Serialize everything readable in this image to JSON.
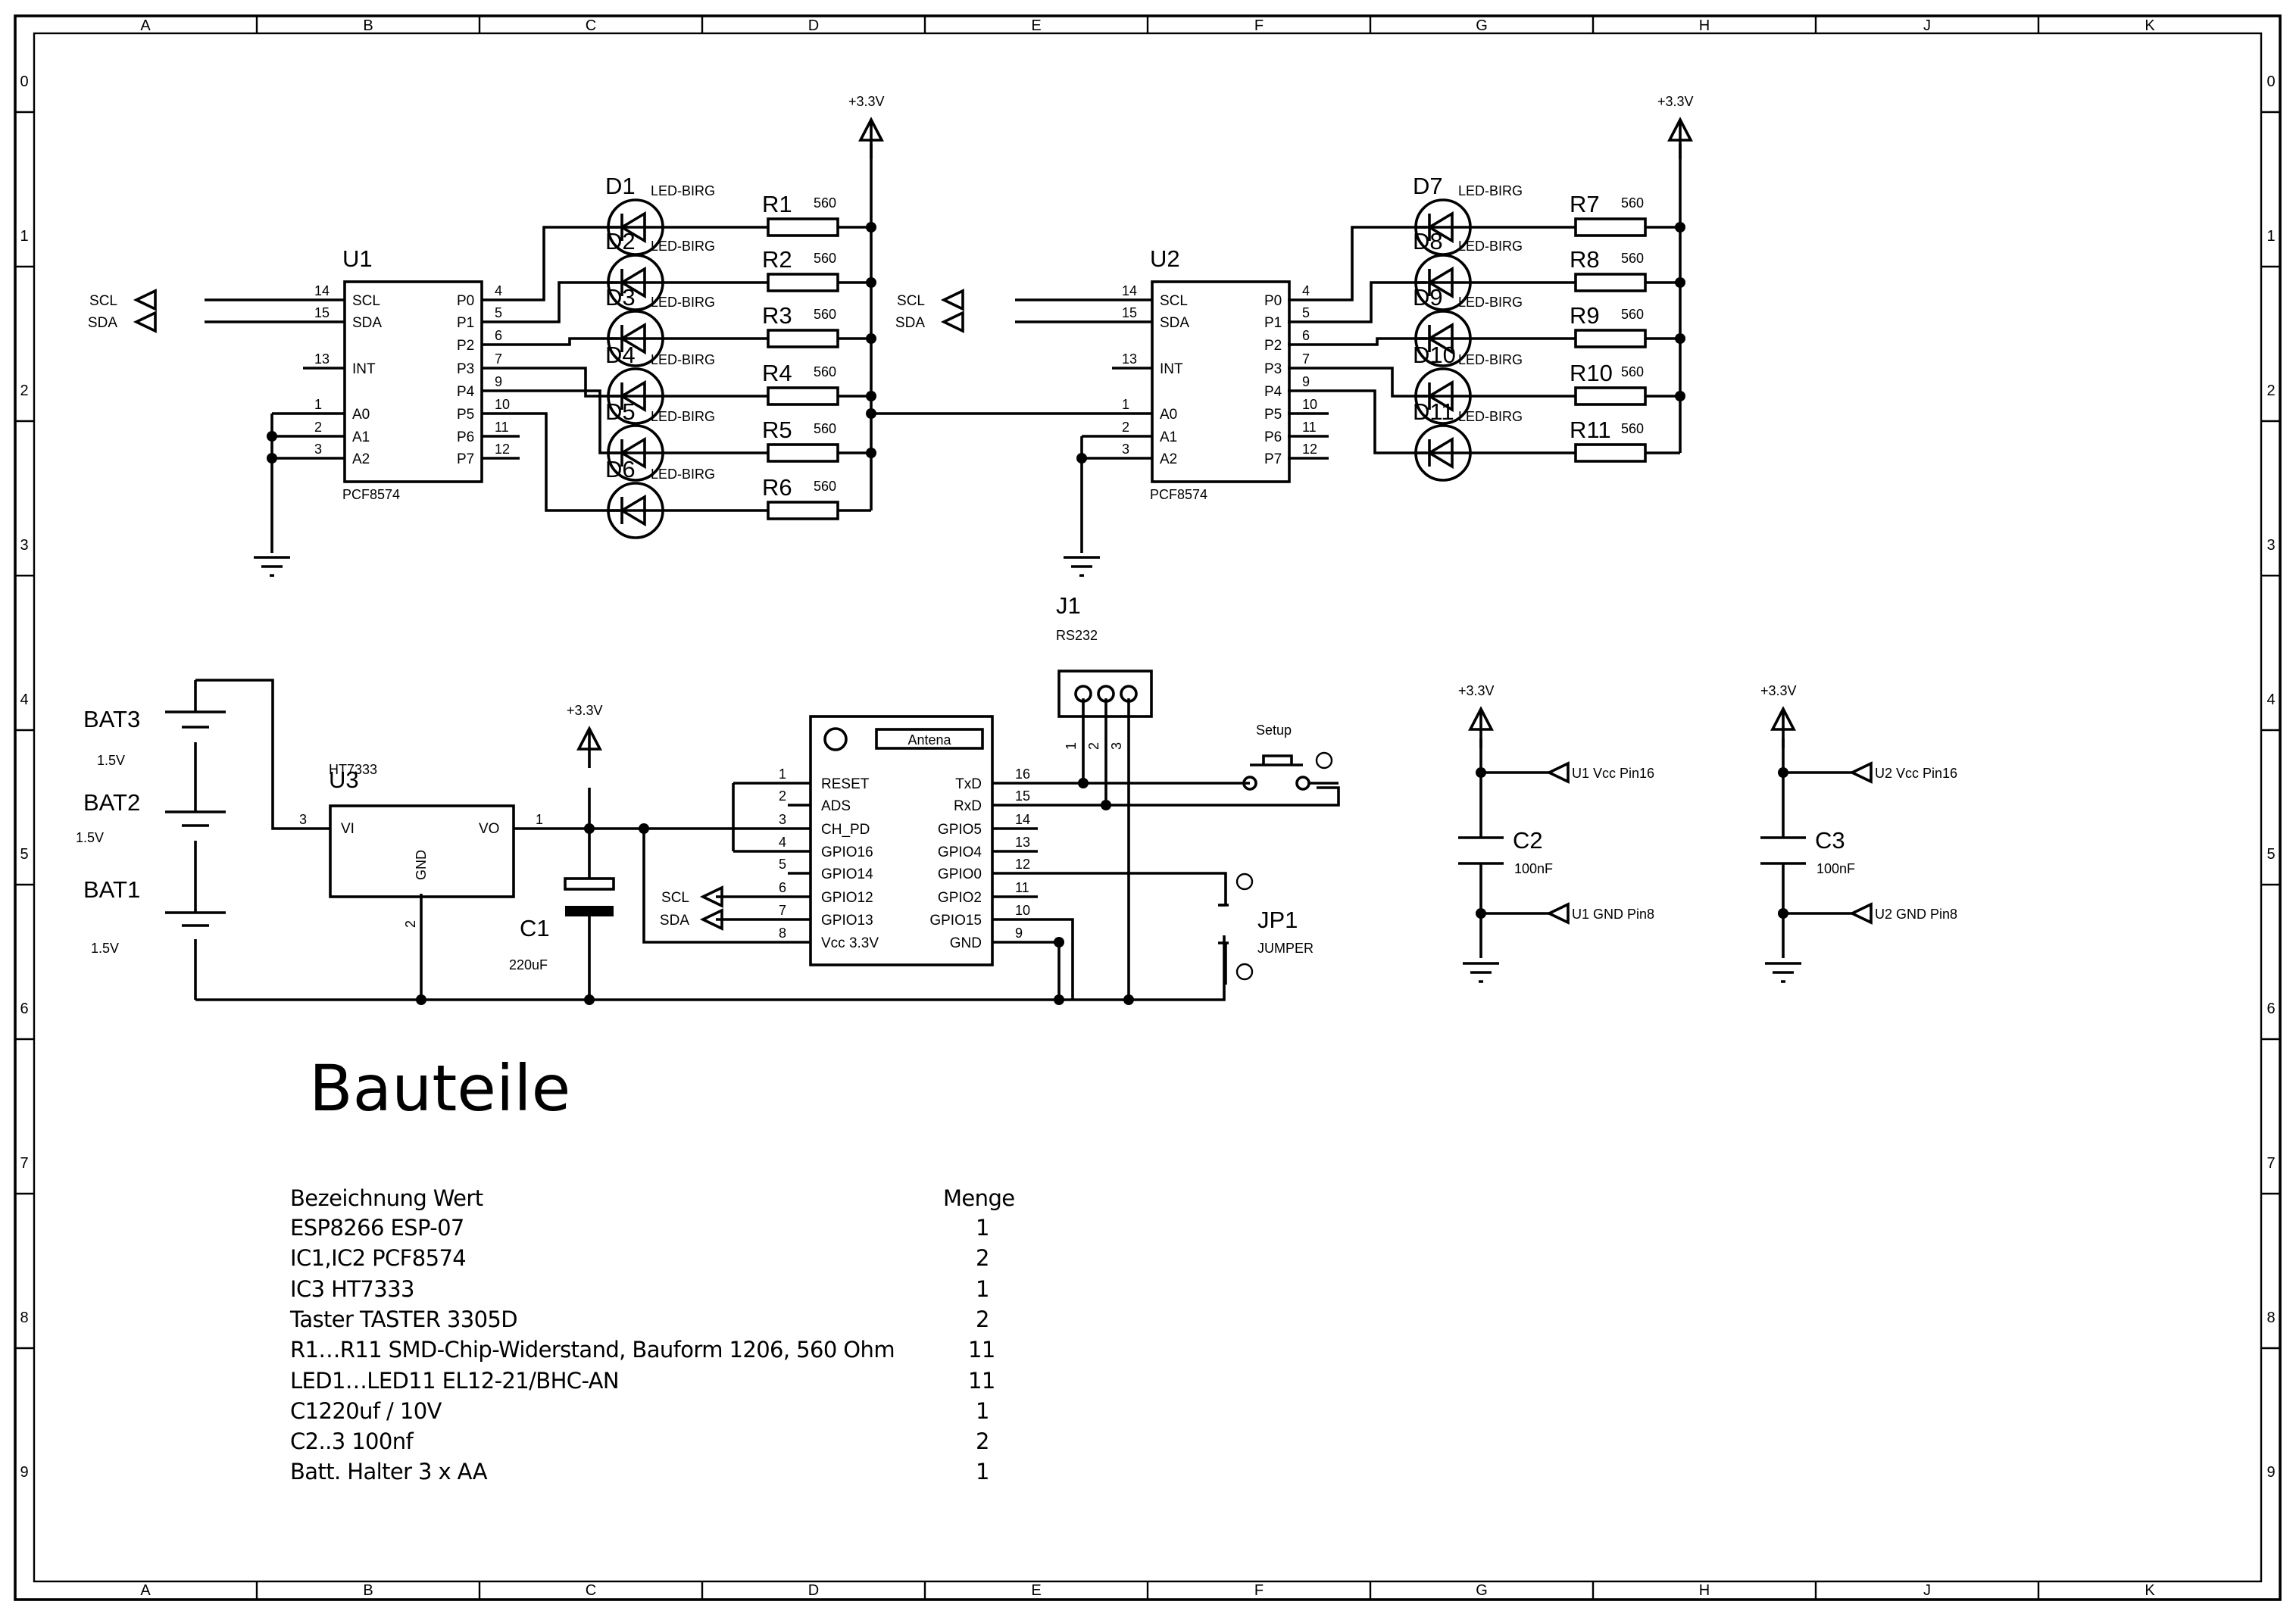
{
  "frame": {
    "cols": [
      "A",
      "B",
      "C",
      "D",
      "E",
      "F",
      "G",
      "H",
      "J",
      "K"
    ],
    "rows": [
      "0",
      "1",
      "2",
      "3",
      "4",
      "5",
      "6",
      "7",
      "8",
      "9"
    ]
  },
  "power_label": "+3.3V",
  "leds": {
    "value_label": "LED-BIRG",
    "resistor_value": "560",
    "left": [
      {
        "d": "D1",
        "r": "R1"
      },
      {
        "d": "D2",
        "r": "R2"
      },
      {
        "d": "D3",
        "r": "R3"
      },
      {
        "d": "D4",
        "r": "R4"
      },
      {
        "d": "D5",
        "r": "R5"
      },
      {
        "d": "D6",
        "r": "R6"
      }
    ],
    "right": [
      {
        "d": "D7",
        "r": "R7"
      },
      {
        "d": "D8",
        "r": "R8"
      },
      {
        "d": "D9",
        "r": "R9"
      },
      {
        "d": "D10",
        "r": "R10"
      },
      {
        "d": "D11",
        "r": "R11"
      }
    ]
  },
  "expanders": [
    {
      "ref": "U1",
      "part": "PCF8574",
      "left_pins": [
        {
          "num": "14",
          "name": "SCL"
        },
        {
          "num": "15",
          "name": "SDA"
        },
        {
          "num": "13",
          "name": "INT"
        },
        {
          "num": "1",
          "name": "A0"
        },
        {
          "num": "2",
          "name": "A1"
        },
        {
          "num": "3",
          "name": "A2"
        }
      ],
      "right_pins": [
        {
          "num": "4",
          "name": "P0"
        },
        {
          "num": "5",
          "name": "P1"
        },
        {
          "num": "6",
          "name": "P2"
        },
        {
          "num": "7",
          "name": "P3"
        },
        {
          "num": "9",
          "name": "P4"
        },
        {
          "num": "10",
          "name": "P5"
        },
        {
          "num": "11",
          "name": "P6"
        },
        {
          "num": "12",
          "name": "P7"
        }
      ],
      "net_labels": [
        "SCL",
        "SDA"
      ]
    },
    {
      "ref": "U2",
      "part": "PCF8574",
      "left_pins": [
        {
          "num": "14",
          "name": "SCL"
        },
        {
          "num": "15",
          "name": "SDA"
        },
        {
          "num": "13",
          "name": "INT"
        },
        {
          "num": "1",
          "name": "A0"
        },
        {
          "num": "2",
          "name": "A1"
        },
        {
          "num": "3",
          "name": "A2"
        }
      ],
      "right_pins": [
        {
          "num": "4",
          "name": "P0"
        },
        {
          "num": "5",
          "name": "P1"
        },
        {
          "num": "6",
          "name": "P2"
        },
        {
          "num": "7",
          "name": "P3"
        },
        {
          "num": "9",
          "name": "P4"
        },
        {
          "num": "10",
          "name": "P5"
        },
        {
          "num": "11",
          "name": "P6"
        },
        {
          "num": "12",
          "name": "P7"
        }
      ],
      "net_labels": [
        "SCL",
        "SDA"
      ]
    }
  ],
  "connector": {
    "ref": "J1",
    "part": "RS232",
    "pins": [
      "1",
      "2",
      "3"
    ]
  },
  "setup_label": "Setup",
  "batteries": [
    {
      "ref": "BAT3",
      "value": "1.5V"
    },
    {
      "ref": "BAT2",
      "value": "1.5V"
    },
    {
      "ref": "BAT1",
      "value": "1.5V"
    }
  ],
  "regulator": {
    "ref": "U3",
    "part": "HT7333",
    "vi": "VI",
    "vo": "VO",
    "gnd": "GND",
    "pin_in": "3",
    "pin_out": "1",
    "pin_gnd": "2"
  },
  "c1": {
    "ref": "C1",
    "value": "220uF"
  },
  "esp": {
    "antenna": "Antena",
    "left_pins": [
      {
        "num": "1",
        "name": "RESET"
      },
      {
        "num": "2",
        "name": "ADS"
      },
      {
        "num": "3",
        "name": "CH_PD"
      },
      {
        "num": "4",
        "name": "GPIO16"
      },
      {
        "num": "5",
        "name": "GPIO14"
      },
      {
        "num": "6",
        "name": "GPIO12"
      },
      {
        "num": "7",
        "name": "GPIO13"
      },
      {
        "num": "8",
        "name": "Vcc 3.3V"
      }
    ],
    "right_pins": [
      {
        "num": "16",
        "name": "TxD"
      },
      {
        "num": "15",
        "name": "RxD"
      },
      {
        "num": "14",
        "name": "GPIO5"
      },
      {
        "num": "13",
        "name": "GPIO4"
      },
      {
        "num": "12",
        "name": "GPIO0"
      },
      {
        "num": "11",
        "name": "GPIO2"
      },
      {
        "num": "10",
        "name": "GPIO15"
      },
      {
        "num": "9",
        "name": "GND"
      }
    ],
    "net_labels": [
      "SCL",
      "SDA"
    ]
  },
  "jp1": {
    "ref": "JP1",
    "value": "JUMPER"
  },
  "decoupling": [
    {
      "ref": "C2",
      "value": "100nF",
      "vcc": "U1  Vcc Pin16",
      "gnd": "U1  GND Pin8"
    },
    {
      "ref": "C3",
      "value": "100nF",
      "vcc": "U2  Vcc Pin16",
      "gnd": "U2  GND Pin8"
    }
  ],
  "bom": {
    "title": "Bauteile",
    "header": "Bezeichnung Wert",
    "qty_header": "Menge",
    "rows": [
      {
        "item": "ESP8266     ESP-07",
        "qty": "1"
      },
      {
        "item": "IC1,IC2   PCF8574",
        "qty": "2"
      },
      {
        "item": "IC3     HT7333",
        "qty": "1"
      },
      {
        "item": "Taster     TASTER 3305D",
        "qty": "2"
      },
      {
        "item": "R1…R11     SMD-Chip-Widerstand, Bauform 1206, 560 Ohm",
        "qty": "11"
      },
      {
        "item": "LED1…LED11     EL12-21/BHC-AN",
        "qty": "11"
      },
      {
        "item": "C1220uf / 10V",
        "qty": "1"
      },
      {
        "item": "C2..3 100nf",
        "qty": "2"
      },
      {
        "item": "Batt. Halter     3 x AA",
        "qty": "1"
      }
    ]
  }
}
